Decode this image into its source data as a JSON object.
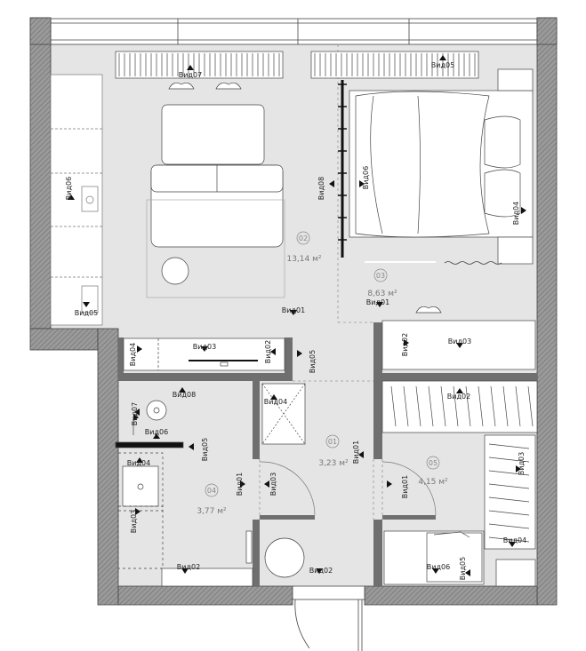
{
  "rooms": [
    {
      "id": "room-01",
      "number": "01",
      "area": "3,23 м²"
    },
    {
      "id": "room-02",
      "number": "02",
      "area": "13,14 м²"
    },
    {
      "id": "room-03",
      "number": "03",
      "area": "8,63 м²"
    },
    {
      "id": "room-04",
      "number": "04",
      "area": "3,77 м²"
    },
    {
      "id": "room-05",
      "number": "05",
      "area": "4,15 м²"
    }
  ],
  "views": [
    {
      "id": "main-vid07",
      "text": "Вид07"
    },
    {
      "id": "main-vid05-top",
      "text": "Вид05"
    },
    {
      "id": "main-vid06-left",
      "text": "Вид06"
    },
    {
      "id": "main-vid05-left",
      "text": "Вид05"
    },
    {
      "id": "main-vid08",
      "text": "Вид08"
    },
    {
      "id": "main-vid06-bed",
      "text": "Вид06"
    },
    {
      "id": "main-vid04-bed",
      "text": "Вид04"
    },
    {
      "id": "main-vid01",
      "text": "Вид01"
    },
    {
      "id": "bed-vid01",
      "text": "Вид01"
    },
    {
      "id": "mid-vid04",
      "text": "Вид04"
    },
    {
      "id": "mid-vid03",
      "text": "Вид03"
    },
    {
      "id": "mid-vid02",
      "text": "Вид02"
    },
    {
      "id": "mid-vid05",
      "text": "Вид05"
    },
    {
      "id": "right-vid02",
      "text": "Вид02"
    },
    {
      "id": "right-vid03",
      "text": "Вид03"
    },
    {
      "id": "bath-vid08",
      "text": "Вид08"
    },
    {
      "id": "bath-vid07",
      "text": "Вид07"
    },
    {
      "id": "bath-vid06",
      "text": "Вид06"
    },
    {
      "id": "bath-vid05",
      "text": "Вид05"
    },
    {
      "id": "bath-vid04",
      "text": "Вид04"
    },
    {
      "id": "bath-vid03",
      "text": "Вид03"
    },
    {
      "id": "bath-vid02",
      "text": "Вид02"
    },
    {
      "id": "bath-vid01",
      "text": "Вид01"
    },
    {
      "id": "hall-vid04",
      "text": "Вид04"
    },
    {
      "id": "hall-vid03",
      "text": "Вид03"
    },
    {
      "id": "hall-vid01",
      "text": "Вид01"
    },
    {
      "id": "hall-vid02",
      "text": "Вид02"
    },
    {
      "id": "closet-vid02",
      "text": "Вид02"
    },
    {
      "id": "closet-vid01",
      "text": "Вид01"
    },
    {
      "id": "closet-vid03",
      "text": "Вид03"
    },
    {
      "id": "closet-vid04",
      "text": "Вид04"
    },
    {
      "id": "closet-vid06",
      "text": "Вид06"
    },
    {
      "id": "closet-vid05",
      "text": "Вид05"
    }
  ],
  "colors": {
    "wall": "#8c8c8c",
    "floor": "#e6e6e6",
    "line": "#333333",
    "marker": "#111111"
  }
}
